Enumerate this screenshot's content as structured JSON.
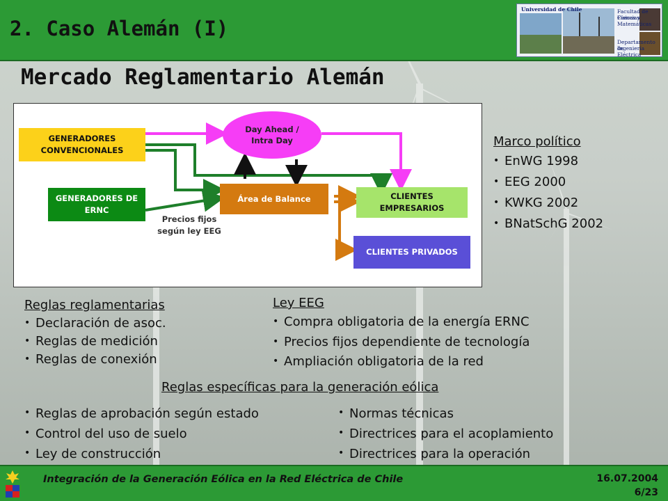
{
  "header": {
    "section_title": "2. Caso Alemán (I)",
    "logo": {
      "left_text": "Universidad de Chile",
      "right_text_1": "Facultad de Ciencias",
      "right_text_2": "Físicas y Matemáticas",
      "right_text_3": "Departamento de",
      "right_text_4": "Ingeniería Eléctrica"
    }
  },
  "main_title": "Mercado Reglamentario Alemán",
  "diagram": {
    "generadores_convencionales": "GENERADORES CONVENCIONALES",
    "generadores_ernc": "GENERADORES DE ERNC",
    "day_ahead": "Day Ahead / Intra Day",
    "area_balance": "Área de Balance",
    "clientes_empresarios": "CLIENTES EMPRESARIOS",
    "clientes_privados": "CLIENTES PRIVADOS",
    "precios_label": "Precios fijos según ley EEG",
    "colors": {
      "conv": "#fcd11a",
      "ernc": "#0c8a14",
      "day_ahead": "#f63df6",
      "area": "#d47a10",
      "empresarios": "#a6e46b",
      "privados": "#5a4fd7",
      "flow_green": "#1e7f2a",
      "flow_magenta": "#f63df6",
      "flow_orange": "#d47a10"
    }
  },
  "marco": {
    "title": "Marco político",
    "items": [
      "EnWG 1998",
      "EEG 2000",
      "KWKG 2002",
      "BNatSchG 2002"
    ]
  },
  "reglas": {
    "title": "Reglas reglamentarias",
    "items": [
      "Declaración de asoc.",
      "Reglas de medición",
      "Reglas de conexión"
    ]
  },
  "ley": {
    "title": "Ley EEG",
    "items": [
      "Compra obligatoria de la energía ERNC",
      "Precios fijos dependiente de tecnología",
      "Ampliación obligatoria de la red"
    ]
  },
  "especificas": {
    "title": "Reglas específicas para la generación eólica",
    "left": [
      "Reglas de aprobación según estado",
      "Control del uso de suelo",
      "Ley de construcción"
    ],
    "right": [
      "Normas técnicas",
      "Directrices para el acoplamiento",
      "Directrices para la operación"
    ]
  },
  "footer": {
    "text": "Integración de la Generación Eólica en la Red Eléctrica de Chile",
    "date": "16.07.2004",
    "page": "6/23"
  }
}
